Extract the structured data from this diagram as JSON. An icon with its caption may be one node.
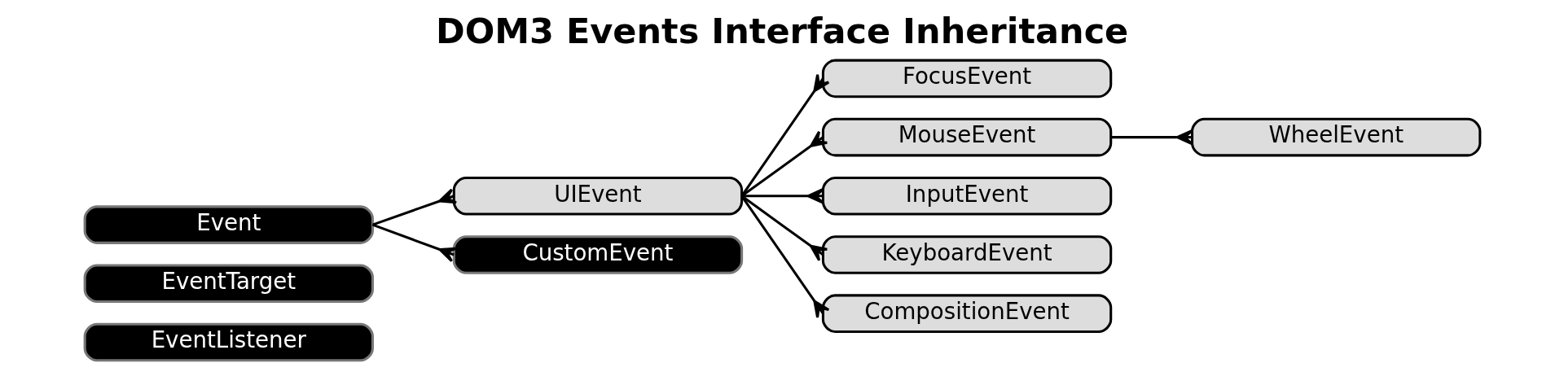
{
  "diagram": {
    "title": "DOM3 Events Interface Inheritance",
    "nodes": [
      {
        "text": [
          "Event"
        ]
      },
      {
        "text": [
          "UIEvent"
        ]
      },
      {
        "text": [
          "FocusEvent"
        ]
      },
      {
        "text": [
          "EventTarget"
        ]
      },
      {
        "text": [
          "MouseEvent"
        ]
      },
      {
        "text": [
          "WheelEvent"
        ]
      },
      {
        "text": [
          "EventListener"
        ]
      },
      {
        "text": [
          "InputEvent"
        ]
      },
      {
        "text": [
          "KeyboardEvent"
        ]
      },
      {
        "text": [
          "CompositionEvent"
        ]
      },
      {
        "text": [
          "CustomEvent"
        ]
      }
    ],
    "edges": [
      {
        "from": 0,
        "to": 1,
        "arrow": "other"
      },
      {
        "from": 0,
        "to": 10,
        "arrow": "other"
      },
      {
        "from": 1,
        "to": 2,
        "arrow": "other"
      },
      {
        "from": 1,
        "to": 4,
        "arrow": "other"
      },
      {
        "from": 1,
        "to": 7,
        "arrow": "other"
      },
      {
        "from": 1,
        "to": 8,
        "arrow": "other"
      },
      {
        "from": 1,
        "to": 9,
        "arrow": "other"
      },
      {
        "from": 4,
        "to": 5,
        "arrow": "other"
      }
    ]
  }
}
